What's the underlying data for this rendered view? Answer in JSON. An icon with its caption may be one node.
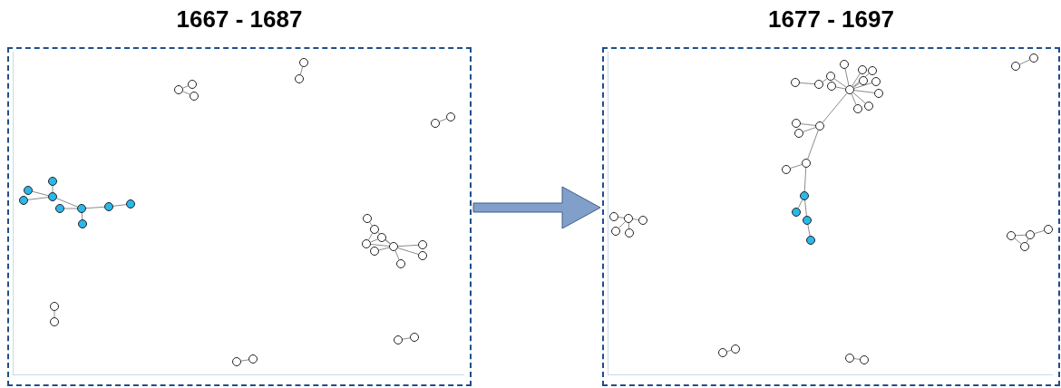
{
  "diagram": {
    "nodes": [
      {
        "text": [
          "1667 - 1687"
        ]
      },
      {
        "text": [],
        "shape": "dot",
        "in": 0
      },
      {
        "text": [],
        "shape": "dot",
        "in": 0
      },
      {
        "text": [],
        "shape": "dot",
        "in": 0
      },
      {
        "text": [],
        "shape": "dot",
        "in": 0
      },
      {
        "text": [],
        "shape": "dot",
        "in": 0
      },
      {
        "text": [],
        "shape": "dot",
        "in": 0
      },
      {
        "text": [],
        "shape": "dot",
        "in": 0
      },
      {
        "text": [],
        "shape": "dot",
        "in": 0
      },
      {
        "text": [],
        "shape": "dot",
        "in": 0
      },
      {
        "text": [],
        "shape": "circle",
        "in": 0
      },
      {
        "text": [],
        "shape": "circle",
        "in": 0
      },
      {
        "text": [],
        "shape": "circle",
        "in": 0
      },
      {
        "text": [],
        "shape": "circle",
        "in": 0
      },
      {
        "text": [],
        "shape": "circle",
        "in": 0
      },
      {
        "text": [],
        "shape": "circle",
        "in": 0
      },
      {
        "text": [],
        "shape": "circle",
        "in": 0
      },
      {
        "text": [],
        "shape": "circle",
        "in": 0
      },
      {
        "text": [],
        "shape": "circle",
        "in": 0
      },
      {
        "text": [],
        "shape": "circle",
        "in": 0
      },
      {
        "text": [],
        "shape": "circle",
        "in": 0
      },
      {
        "text": [],
        "shape": "circle",
        "in": 0
      },
      {
        "text": [],
        "shape": "circle",
        "in": 0
      },
      {
        "text": [],
        "shape": "circle",
        "in": 0
      },
      {
        "text": [],
        "shape": "circle",
        "in": 0
      },
      {
        "text": [],
        "shape": "circle",
        "in": 0
      },
      {
        "text": [],
        "shape": "circle",
        "in": 0
      },
      {
        "text": [],
        "shape": "circle",
        "in": 0
      },
      {
        "text": [],
        "shape": "circle",
        "in": 0
      },
      {
        "text": [],
        "shape": "circle",
        "in": 0
      },
      {
        "text": [],
        "shape": "circle",
        "in": 0
      },
      {
        "text": [],
        "shape": "circle",
        "in": 0
      },
      {
        "text": [
          "1677 - 1697"
        ]
      },
      {
        "text": [],
        "shape": "circle",
        "in": 32
      },
      {
        "text": [],
        "shape": "circle",
        "in": 32
      },
      {
        "text": [],
        "shape": "circle",
        "in": 32
      },
      {
        "text": [],
        "shape": "circle",
        "in": 32
      },
      {
        "text": [],
        "shape": "circle",
        "in": 32
      },
      {
        "text": [],
        "shape": "circle",
        "in": 32
      },
      {
        "text": [],
        "shape": "circle",
        "in": 32
      },
      {
        "text": [],
        "shape": "circle",
        "in": 32
      },
      {
        "text": [],
        "shape": "circle",
        "in": 32
      },
      {
        "text": [],
        "shape": "circle",
        "in": 32
      },
      {
        "text": [],
        "shape": "circle",
        "in": 32
      },
      {
        "text": [],
        "shape": "circle",
        "in": 32
      },
      {
        "text": [],
        "shape": "circle",
        "in": 32
      },
      {
        "text": [],
        "shape": "circle",
        "in": 32
      },
      {
        "text": [],
        "shape": "circle",
        "in": 32
      },
      {
        "text": [],
        "shape": "circle",
        "in": 32
      },
      {
        "text": [],
        "shape": "circle",
        "in": 32
      },
      {
        "text": [],
        "shape": "circle",
        "in": 32
      },
      {
        "text": [],
        "shape": "dot",
        "in": 32
      },
      {
        "text": [],
        "shape": "dot",
        "in": 32
      },
      {
        "text": [],
        "shape": "dot",
        "in": 32
      },
      {
        "text": [],
        "shape": "dot",
        "in": 32
      },
      {
        "text": [],
        "shape": "circle",
        "in": 32
      },
      {
        "text": [],
        "shape": "circle",
        "in": 32
      },
      {
        "text": [],
        "shape": "circle",
        "in": 32
      },
      {
        "text": [],
        "shape": "circle",
        "in": 32
      },
      {
        "text": [],
        "shape": "circle",
        "in": 32
      },
      {
        "text": [],
        "shape": "circle",
        "in": 32
      },
      {
        "text": [],
        "shape": "circle",
        "in": 32
      },
      {
        "text": [],
        "shape": "circle",
        "in": 32
      },
      {
        "text": [],
        "shape": "circle",
        "in": 32
      },
      {
        "text": [],
        "shape": "circle",
        "in": 32
      },
      {
        "text": [],
        "shape": "circle",
        "in": 32
      },
      {
        "text": [],
        "shape": "circle",
        "in": 32
      },
      {
        "text": [],
        "shape": "circle",
        "in": 32
      },
      {
        "text": [],
        "shape": "circle",
        "in": 32
      },
      {
        "text": [],
        "shape": "circle",
        "in": 32
      }
    ],
    "edges": [
      {
        "from": 0,
        "to": 32,
        "arrow": "to",
        "style": "thick",
        "color": "#819fc9"
      },
      {
        "from": 1,
        "to": 4,
        "arrow": "none"
      },
      {
        "from": 2,
        "to": 4,
        "arrow": "none"
      },
      {
        "from": 3,
        "to": 4,
        "arrow": "none"
      },
      {
        "from": 4,
        "to": 6,
        "arrow": "none"
      },
      {
        "from": 5,
        "to": 6,
        "arrow": "none"
      },
      {
        "from": 6,
        "to": 7,
        "arrow": "none"
      },
      {
        "from": 6,
        "to": 8,
        "arrow": "none"
      },
      {
        "from": 8,
        "to": 9,
        "arrow": "none"
      },
      {
        "from": 10,
        "to": 11,
        "arrow": "none"
      },
      {
        "from": 10,
        "to": 12,
        "arrow": "none"
      },
      {
        "from": 13,
        "to": 14,
        "arrow": "none"
      },
      {
        "from": 15,
        "to": 16,
        "arrow": "none"
      },
      {
        "from": 17,
        "to": 18,
        "arrow": "none"
      },
      {
        "from": 18,
        "to": 19,
        "arrow": "none"
      },
      {
        "from": 18,
        "to": 22,
        "arrow": "none"
      },
      {
        "from": 19,
        "to": 22,
        "arrow": "none"
      },
      {
        "from": 20,
        "to": 22,
        "arrow": "none"
      },
      {
        "from": 21,
        "to": 22,
        "arrow": "none"
      },
      {
        "from": 19,
        "to": 21,
        "arrow": "none"
      },
      {
        "from": 22,
        "to": 23,
        "arrow": "none"
      },
      {
        "from": 22,
        "to": 24,
        "arrow": "none"
      },
      {
        "from": 22,
        "to": 25,
        "arrow": "none"
      },
      {
        "from": 26,
        "to": 27,
        "arrow": "none"
      },
      {
        "from": 28,
        "to": 29,
        "arrow": "none"
      },
      {
        "from": 30,
        "to": 31,
        "arrow": "none"
      },
      {
        "from": 33,
        "to": 34,
        "arrow": "none"
      },
      {
        "from": 33,
        "to": 35,
        "arrow": "none"
      },
      {
        "from": 33,
        "to": 36,
        "arrow": "none"
      },
      {
        "from": 33,
        "to": 37,
        "arrow": "none"
      },
      {
        "from": 33,
        "to": 38,
        "arrow": "none"
      },
      {
        "from": 33,
        "to": 39,
        "arrow": "none"
      },
      {
        "from": 33,
        "to": 40,
        "arrow": "none"
      },
      {
        "from": 33,
        "to": 41,
        "arrow": "none"
      },
      {
        "from": 42,
        "to": 33,
        "arrow": "none"
      },
      {
        "from": 43,
        "to": 33,
        "arrow": "none"
      },
      {
        "from": 44,
        "to": 42,
        "arrow": "none"
      },
      {
        "from": 45,
        "to": 44,
        "arrow": "none"
      },
      {
        "from": 33,
        "to": 46,
        "arrow": "none"
      },
      {
        "from": 46,
        "to": 47,
        "arrow": "none"
      },
      {
        "from": 46,
        "to": 48,
        "arrow": "none"
      },
      {
        "from": 46,
        "to": 49,
        "arrow": "none"
      },
      {
        "from": 49,
        "to": 50,
        "arrow": "none"
      },
      {
        "from": 49,
        "to": 51,
        "arrow": "none"
      },
      {
        "from": 51,
        "to": 52,
        "arrow": "none"
      },
      {
        "from": 51,
        "to": 53,
        "arrow": "none"
      },
      {
        "from": 53,
        "to": 54,
        "arrow": "none"
      },
      {
        "from": 55,
        "to": 56,
        "arrow": "none"
      },
      {
        "from": 56,
        "to": 57,
        "arrow": "none"
      },
      {
        "from": 58,
        "to": 56,
        "arrow": "none"
      },
      {
        "from": 59,
        "to": 56,
        "arrow": "none"
      },
      {
        "from": 60,
        "to": 61,
        "arrow": "none"
      },
      {
        "from": 62,
        "to": 63,
        "arrow": "none"
      },
      {
        "from": 63,
        "to": 64,
        "arrow": "none"
      },
      {
        "from": 62,
        "to": 65,
        "arrow": "none"
      },
      {
        "from": 63,
        "to": 65,
        "arrow": "none"
      },
      {
        "from": 66,
        "to": 67,
        "arrow": "none"
      },
      {
        "from": 68,
        "to": 69,
        "arrow": "none"
      }
    ]
  }
}
